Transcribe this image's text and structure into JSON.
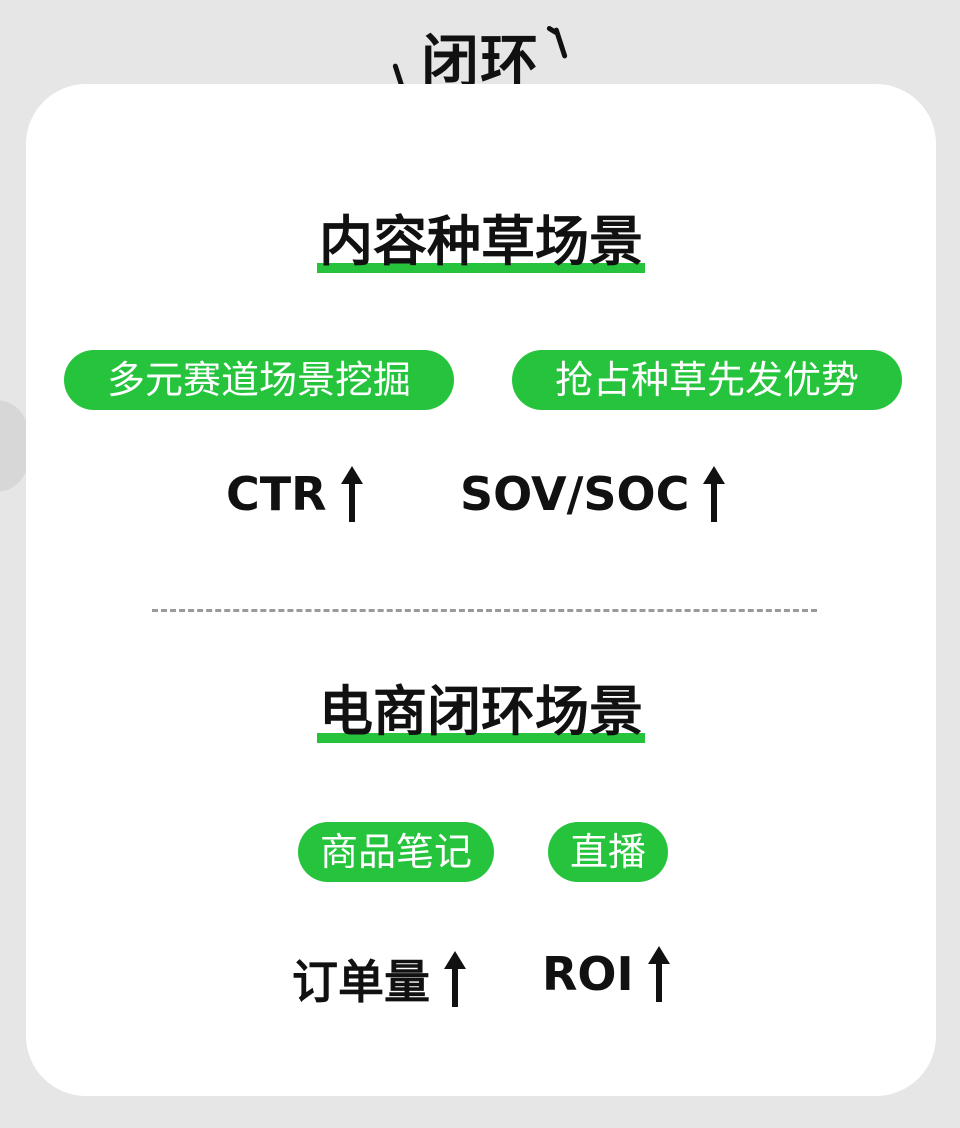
{
  "header": {
    "title": "闭环"
  },
  "section1": {
    "title": "内容种草场景",
    "pills": [
      "多元赛道场景挖掘",
      "抢占种草先发优势"
    ],
    "metrics": [
      "CTR",
      "SOV/SOC"
    ]
  },
  "section2": {
    "title": "电商闭环场景",
    "pills": [
      "商品笔记",
      "直播"
    ],
    "metrics": [
      "订单量",
      "ROI"
    ]
  },
  "colors": {
    "accent": "#26c43d",
    "text": "#111111",
    "card": "#ffffff",
    "background": "#e6e6e6"
  },
  "icons": [
    "up-arrow-icon",
    "bracket-icon"
  ]
}
